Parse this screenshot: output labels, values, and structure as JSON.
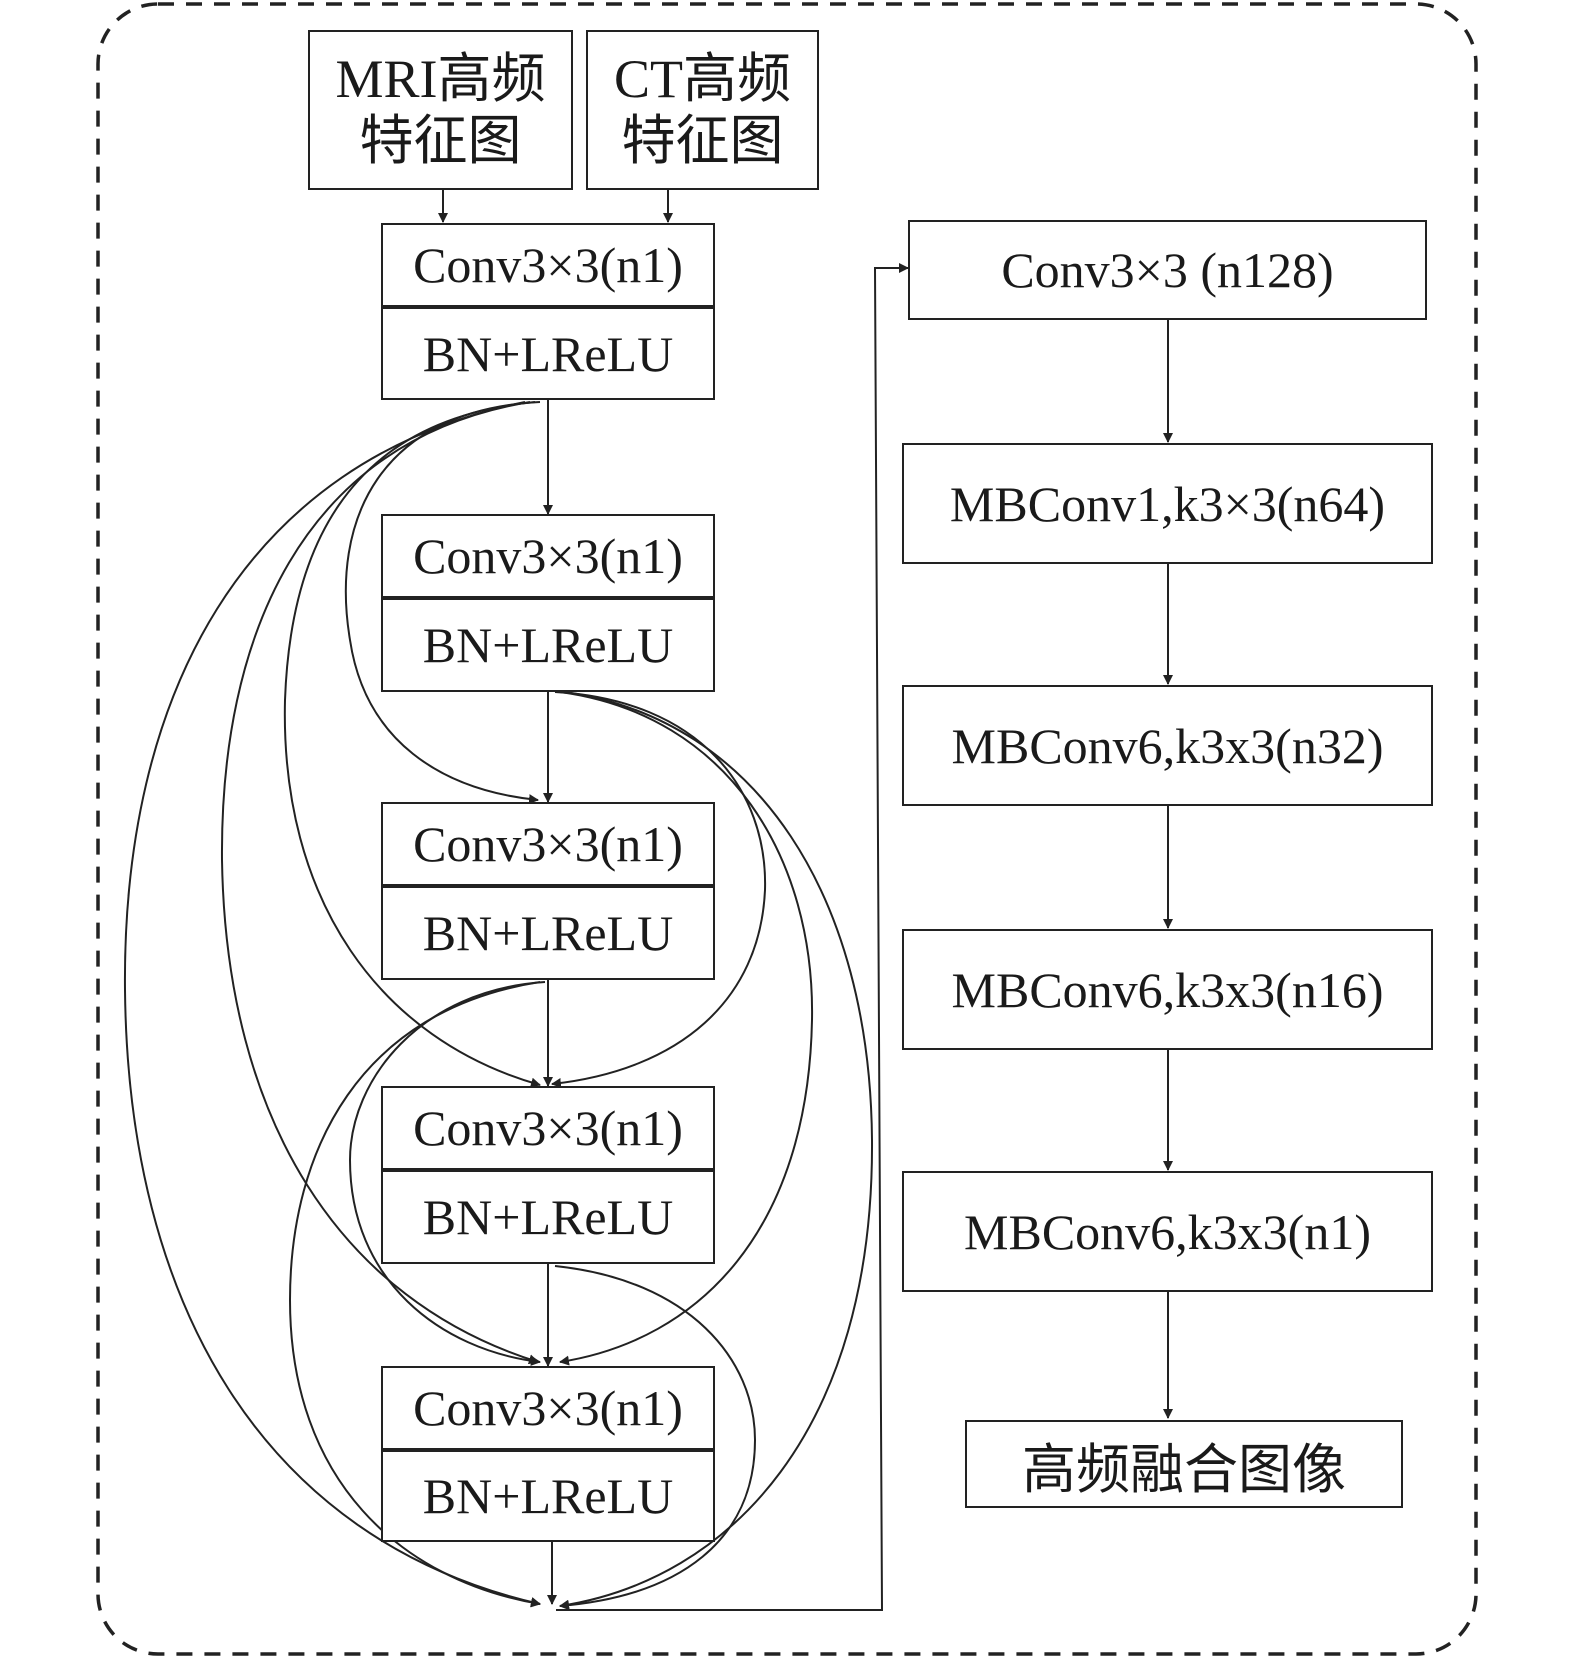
{
  "inputs": {
    "mri": "MRI高频\n特征图",
    "ct": "CT高频\n特征图"
  },
  "dense_blocks": [
    {
      "conv": "Conv3×3(n1)",
      "act": "BN+LReLU"
    },
    {
      "conv": "Conv3×3(n1)",
      "act": "BN+LReLU"
    },
    {
      "conv": "Conv3×3(n1)",
      "act": "BN+LReLU"
    },
    {
      "conv": "Conv3×3(n1)",
      "act": "BN+LReLU"
    },
    {
      "conv": "Conv3×3(n1)",
      "act": "BN+LReLU"
    }
  ],
  "right_column": [
    "Conv3×3 (n128)",
    "MBConv1,k3×3(n64)",
    "MBConv6,k3x3(n32)",
    "MBConv6,k3x3(n16)",
    "MBConv6,k3x3(n1)"
  ],
  "output": "高频融合图像",
  "colors": {
    "stroke": "#222222",
    "background": "#ffffff"
  }
}
